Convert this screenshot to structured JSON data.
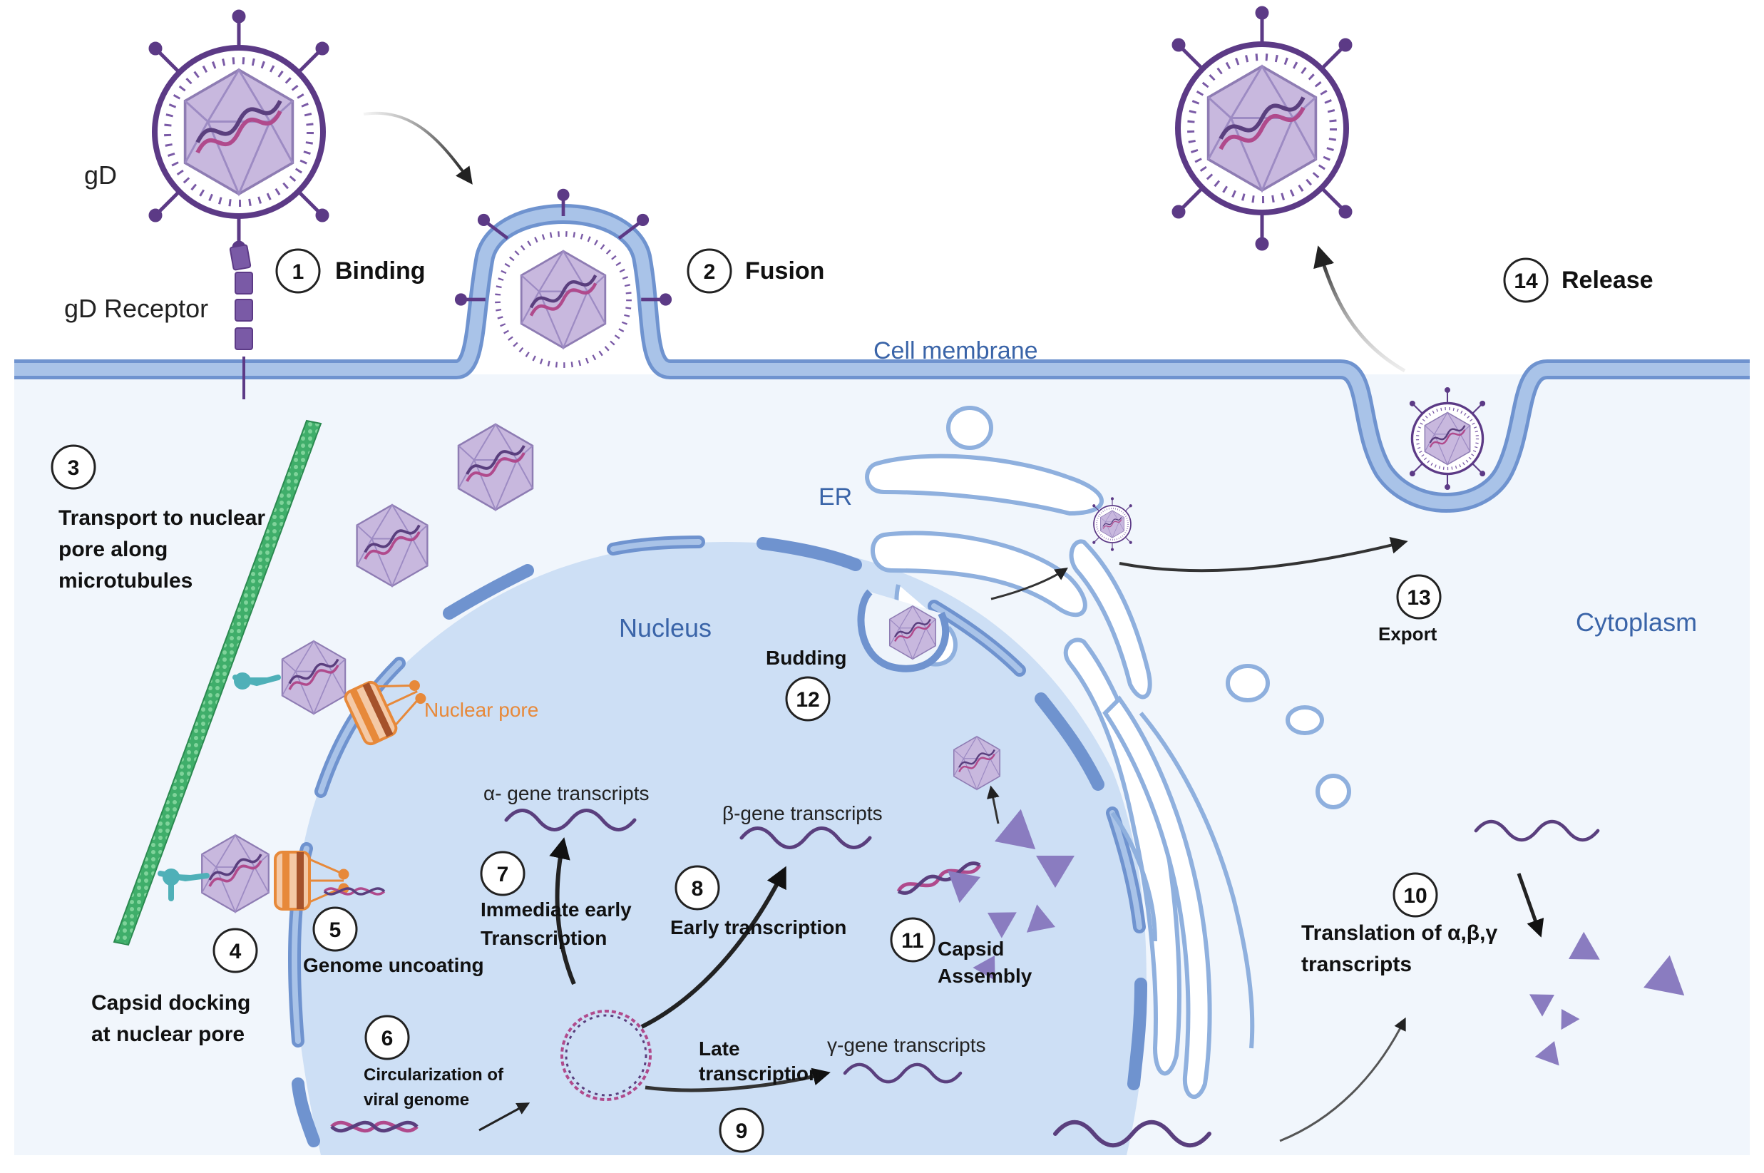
{
  "labels": {
    "gD": "gD",
    "gD_receptor": "gD Receptor",
    "cell_membrane": "Cell membrane",
    "er": "ER",
    "nucleus": "Nucleus",
    "cytoplasm": "Cytoplasm",
    "nuclear_pore": "Nuclear pore",
    "alpha_transcripts": "α- gene transcripts",
    "beta_transcripts": "β-gene transcripts",
    "gamma_transcripts": "γ-gene transcripts"
  },
  "steps": [
    {
      "num": "1",
      "lines": [
        "Binding"
      ]
    },
    {
      "num": "2",
      "lines": [
        "Fusion"
      ]
    },
    {
      "num": "3",
      "lines": [
        "Transport to nuclear",
        "pore along",
        "microtubules"
      ]
    },
    {
      "num": "4",
      "lines": [
        "Capsid docking",
        "at nuclear pore"
      ]
    },
    {
      "num": "5",
      "lines": [
        "Genome uncoating"
      ]
    },
    {
      "num": "6",
      "lines": [
        "Circularization of",
        "viral  genome"
      ]
    },
    {
      "num": "7",
      "lines": [
        "Immediate early",
        "Transcription"
      ]
    },
    {
      "num": "8",
      "lines": [
        "Early transcription"
      ]
    },
    {
      "num": "9",
      "lines": [
        "Late",
        "transcription"
      ]
    },
    {
      "num": "10",
      "lines": [
        "Translation of α,β,γ",
        "transcripts"
      ]
    },
    {
      "num": "11",
      "lines": [
        "Capsid",
        "Assembly"
      ]
    },
    {
      "num": "12",
      "lines": [
        "Budding"
      ]
    },
    {
      "num": "13",
      "lines": [
        "Export"
      ]
    },
    {
      "num": "14",
      "lines": [
        "Release"
      ]
    }
  ],
  "colors": {
    "membrane": "#6f93cf",
    "membrane_fill": "#a9c3e8",
    "cytoplasm": "#f1f6fc",
    "nucleus": "#cddff5",
    "virus_purple": "#5c3a86",
    "capsid": "#c8b8de",
    "dna_pink": "#b04a8c",
    "dna_purple": "#5a3f7e",
    "microtubule": "#3fae6a",
    "pore_orange": "#e7893a",
    "protein": "#8a7cc0"
  }
}
